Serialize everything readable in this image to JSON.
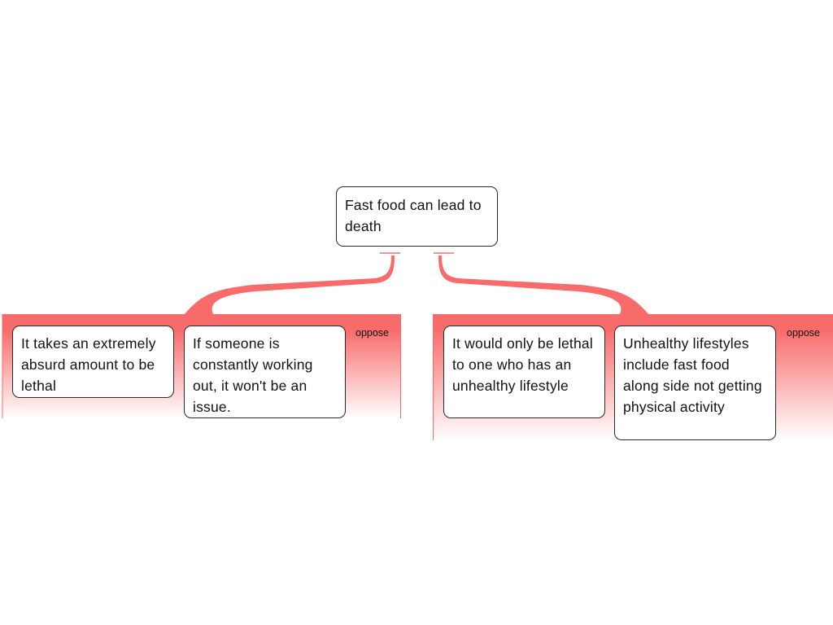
{
  "root": {
    "text": "Fast food can lead to death"
  },
  "groups": [
    {
      "tag": "oppose",
      "reasons": [
        "It takes an extremely absurd amount to be lethal",
        "If someone is constantly working out, it won't be an issue."
      ]
    },
    {
      "tag": "oppose",
      "reasons": [
        "It would only be lethal to one who has an unhealthy lifestyle",
        "Unhealthy lifestyles include fast food along side not getting physical activity"
      ]
    }
  ],
  "colors": {
    "oppose": "#f86b6b",
    "card_border": "#2b2b2b"
  }
}
